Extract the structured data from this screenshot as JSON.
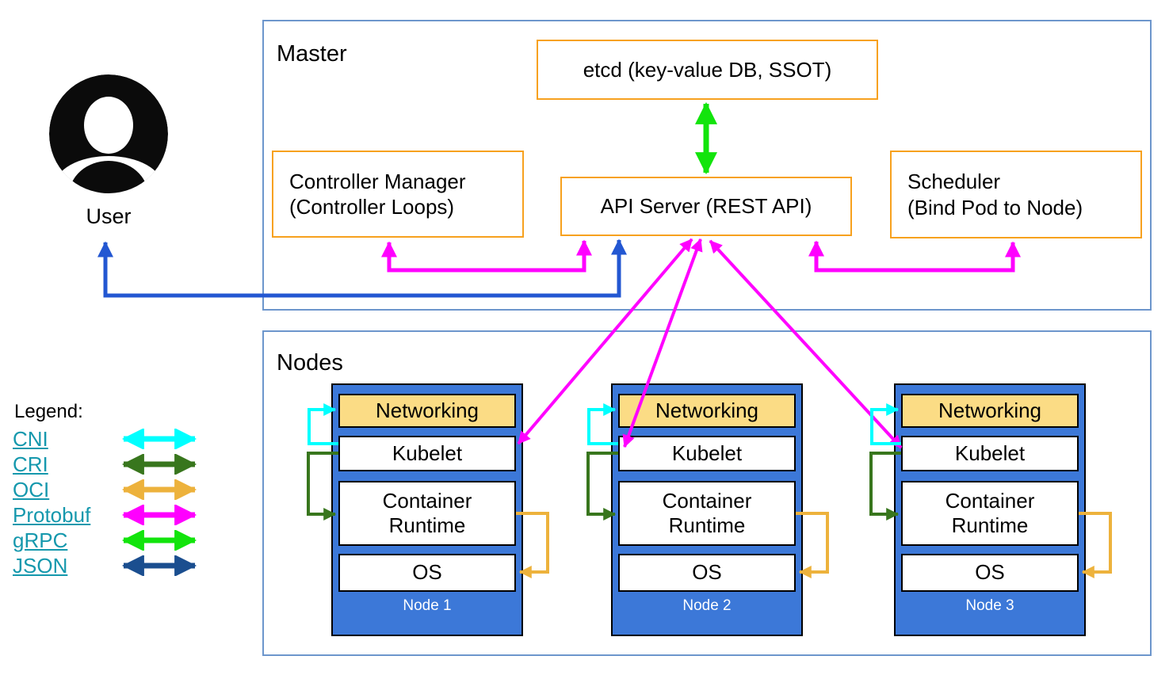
{
  "user": {
    "label": "User"
  },
  "master": {
    "title": "Master",
    "etcd_label": "etcd (key-value DB, SSOT)",
    "controller_manager_line1": "Controller Manager",
    "controller_manager_line2": "(Controller Loops)",
    "api_server_label": "API Server (REST API)",
    "scheduler_line1": "Scheduler",
    "scheduler_line2": "(Bind Pod to Node)"
  },
  "nodes": {
    "title": "Nodes",
    "components": {
      "networking": "Networking",
      "kubelet": "Kubelet",
      "container_runtime": "Container Runtime",
      "os": "OS"
    },
    "items": [
      {
        "name": "Node 1"
      },
      {
        "name": "Node 2"
      },
      {
        "name": "Node 3"
      }
    ]
  },
  "legend": {
    "title": "Legend:",
    "items": [
      {
        "label": "CNI",
        "color": "#00FFFF"
      },
      {
        "label": "CRI",
        "color": "#38761D"
      },
      {
        "label": "OCI",
        "color": "#EDB23C"
      },
      {
        "label": "Protobuf",
        "color": "#FF00FF"
      },
      {
        "label": "gRPC",
        "color": "#12E40C"
      },
      {
        "label": "JSON",
        "color": "#1A4E8F"
      }
    ]
  },
  "colors": {
    "container_border": "#6D96CC",
    "component_border": "#F7A11E",
    "node_fill": "#3C78D8",
    "networking_fill": "#FBDC85",
    "user_arrow": "#2357D2",
    "legend_link": "#1598AD"
  }
}
